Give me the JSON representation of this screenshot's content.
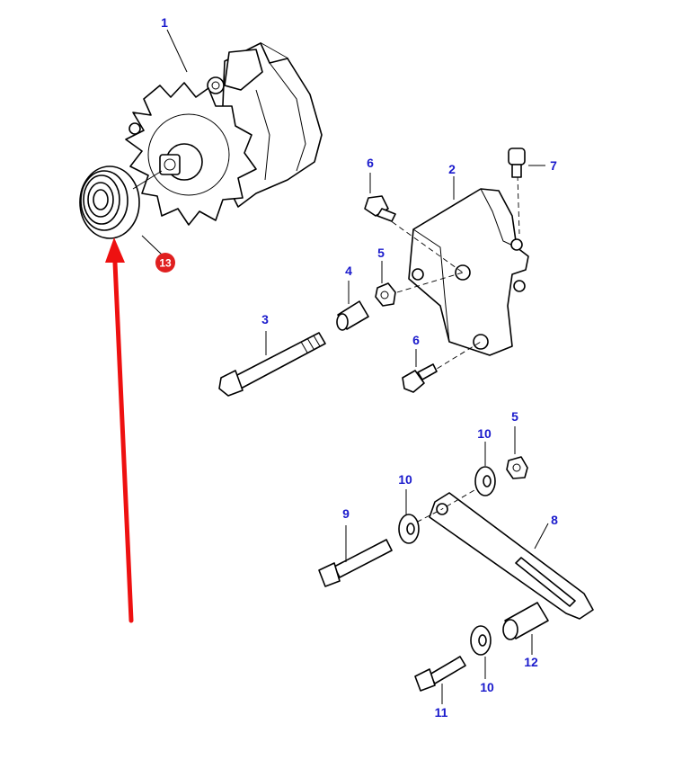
{
  "callouts": [
    {
      "id": "c1a",
      "label": "1"
    },
    {
      "id": "c2",
      "label": "2"
    },
    {
      "id": "c3",
      "label": "3"
    },
    {
      "id": "c4",
      "label": "4"
    },
    {
      "id": "c5a",
      "label": "5"
    },
    {
      "id": "c5b",
      "label": "5"
    },
    {
      "id": "c6a",
      "label": "6"
    },
    {
      "id": "c6b",
      "label": "6"
    },
    {
      "id": "c7",
      "label": "7"
    },
    {
      "id": "c8",
      "label": "8"
    },
    {
      "id": "c9",
      "label": "9"
    },
    {
      "id": "c10a",
      "label": "10"
    },
    {
      "id": "c10b",
      "label": "10"
    },
    {
      "id": "c10c",
      "label": "10"
    },
    {
      "id": "c11",
      "label": "11"
    },
    {
      "id": "c12",
      "label": "12"
    }
  ],
  "highlight": {
    "label": "13",
    "badge_color": "#e02020",
    "arrow_color": "#ee1111"
  },
  "colors": {
    "callout_text": "#1a1acc",
    "line": "#000000",
    "background": "#ffffff"
  }
}
